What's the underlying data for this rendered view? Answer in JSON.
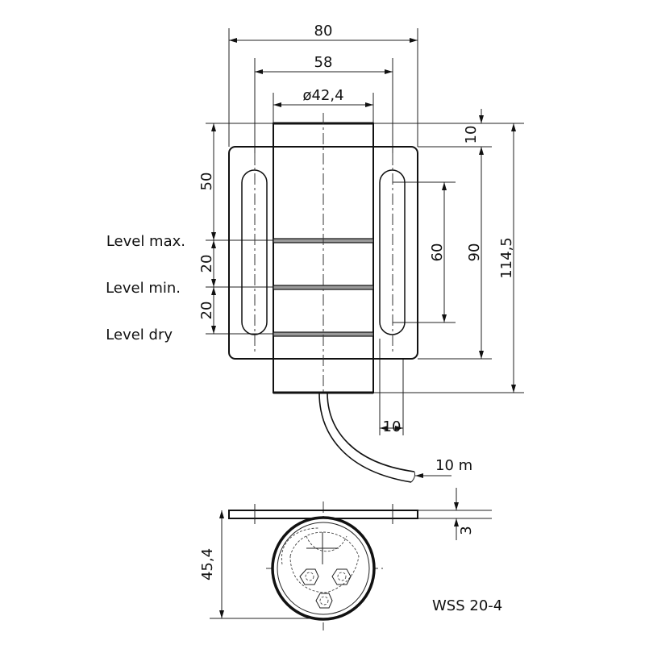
{
  "title": "WSS 20-4",
  "dimensions": {
    "overall_width": "80",
    "slot_spacing": "58",
    "diameter": "ø42,4",
    "top_offset": "10",
    "to_level_max": "50",
    "max_to_min": "20",
    "min_to_dry": "20",
    "slot_length": "60",
    "plate_height": "90",
    "overall_height": "114,5",
    "slot_edge": "10",
    "cable_length": "10 m",
    "plate_thickness": "3",
    "bottom_view_height": "45,4"
  },
  "levels": [
    "Level max.",
    "Level min.",
    "Level dry"
  ]
}
